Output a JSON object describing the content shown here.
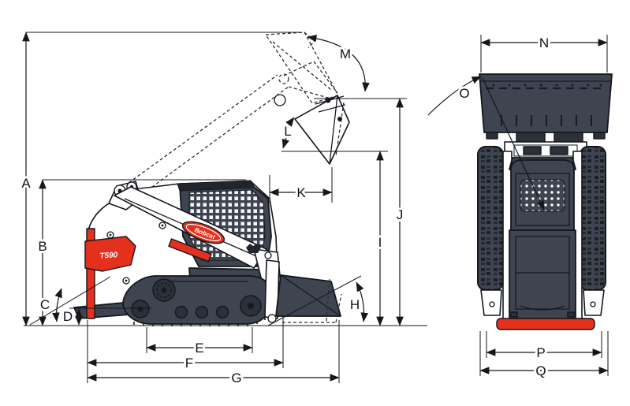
{
  "figure": {
    "kind": "dimension-diagram",
    "views": [
      "side",
      "top"
    ]
  },
  "machine": {
    "brand": "Bobcat",
    "model": "T590"
  },
  "side_view_labels": {
    "A": "A",
    "B": "B",
    "C": "C",
    "D": "D",
    "E": "E",
    "F": "F",
    "G": "G",
    "H": "H",
    "I": "I",
    "J": "J",
    "K": "K",
    "L": "L",
    "M": "M"
  },
  "top_view_labels": {
    "N": "N",
    "O": "O",
    "P": "P",
    "Q": "Q"
  },
  "colors": {
    "accent_red": "#e5301d",
    "body_dark": "#3e4450",
    "line": "#14171c",
    "background": "#ffffff"
  }
}
